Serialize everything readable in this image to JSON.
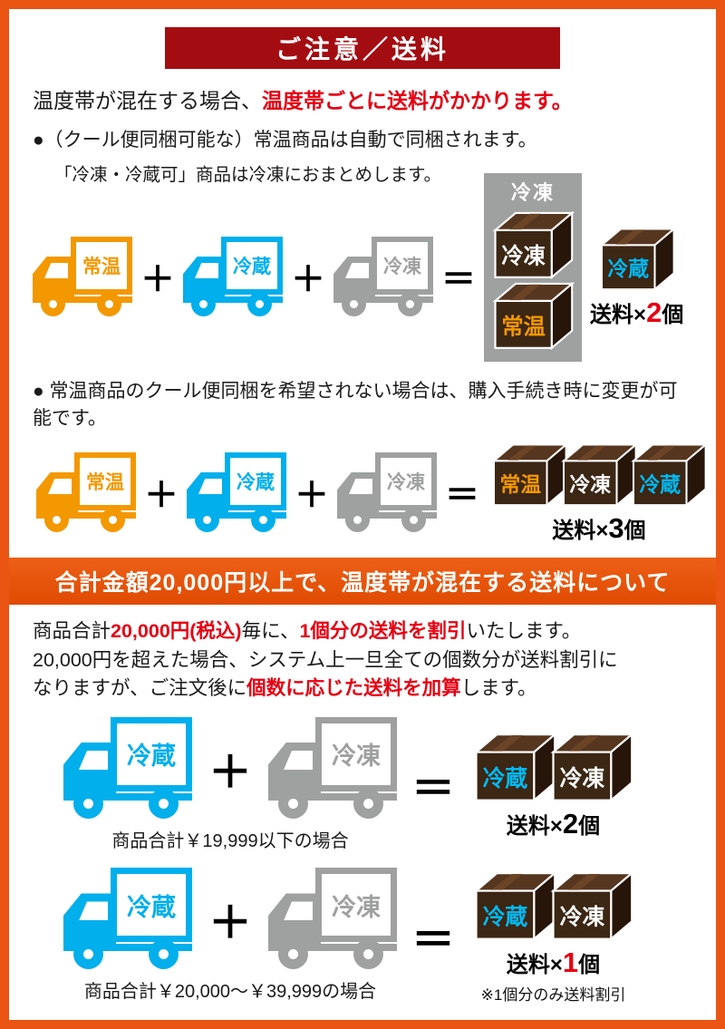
{
  "header": {
    "title": "ご注意／送料"
  },
  "colors": {
    "frame_orange": "#ea5514",
    "header_dark_red": "#a30d12",
    "accent_red": "#e60012",
    "truck_orange": "#f39800",
    "truck_blue": "#00afec",
    "truck_gray": "#9fa0a0",
    "box_brown": "#3c2614",
    "banner_orange": "#e8520c"
  },
  "symbols": {
    "plus": "＋",
    "equals": "＝"
  },
  "section1": {
    "intro": {
      "black": "温度帯が混在する場合、",
      "red": "温度帯ごとに送料がかかります。"
    },
    "bullet1": "●（クール便同梱可能な）常温商品は自動で同梱されます。",
    "bullet1_sub": "「冷凍・冷蔵可」商品は冷凍におまとめします。",
    "diagram1": {
      "trucks": [
        {
          "label": "常温"
        },
        {
          "label": "冷蔵"
        },
        {
          "label": "冷凍"
        }
      ],
      "container_label": "冷凍",
      "container_boxes": [
        {
          "label": "冷凍"
        },
        {
          "label": "常温"
        }
      ],
      "side_box": "冷蔵",
      "fee": {
        "prefix": "送料×",
        "count": "2",
        "suffix": "個"
      }
    },
    "bullet2": "● 常温商品のクール便同梱を希望されない場合は、購入手続き時に変更が可能です。",
    "diagram2": {
      "trucks": [
        {
          "label": "常温"
        },
        {
          "label": "冷蔵"
        },
        {
          "label": "冷凍"
        }
      ],
      "boxes": [
        {
          "label": "常温"
        },
        {
          "label": "冷凍"
        },
        {
          "label": "冷蔵"
        }
      ],
      "fee": {
        "prefix": "送料×",
        "count": "3",
        "suffix": "個"
      }
    }
  },
  "banner": {
    "title": "合計金額20,000円以上で、温度帯が混在する送料について"
  },
  "section2": {
    "p1": {
      "black1": "商品合計",
      "red1": "20,000円(税込)",
      "black2": "毎に、",
      "red2": "1個分の送料を割引",
      "black3": "いたします。"
    },
    "p2": "20,000円を超えた場合、システム上一旦全ての個数分が送料割引に",
    "p3": {
      "black1": "なりますが、ご注文後に",
      "red1": "個数に応じた送料を加算",
      "black2": "します。"
    },
    "diagram3": {
      "trucks": [
        {
          "label": "冷蔵"
        },
        {
          "label": "冷凍"
        }
      ],
      "boxes": [
        {
          "label": "冷蔵"
        },
        {
          "label": "冷凍"
        }
      ],
      "fee": {
        "prefix": "送料×",
        "count": "2",
        "suffix": "個"
      },
      "caption": "商品合計￥19,999以下の場合"
    },
    "diagram4": {
      "trucks": [
        {
          "label": "冷蔵"
        },
        {
          "label": "冷凍"
        }
      ],
      "boxes": [
        {
          "label": "冷蔵"
        },
        {
          "label": "冷凍"
        }
      ],
      "fee": {
        "prefix": "送料×",
        "count": "1",
        "suffix": "個"
      },
      "note": "※1個分のみ送料割引",
      "caption": "商品合計￥20,000～￥39,999の場合"
    }
  }
}
